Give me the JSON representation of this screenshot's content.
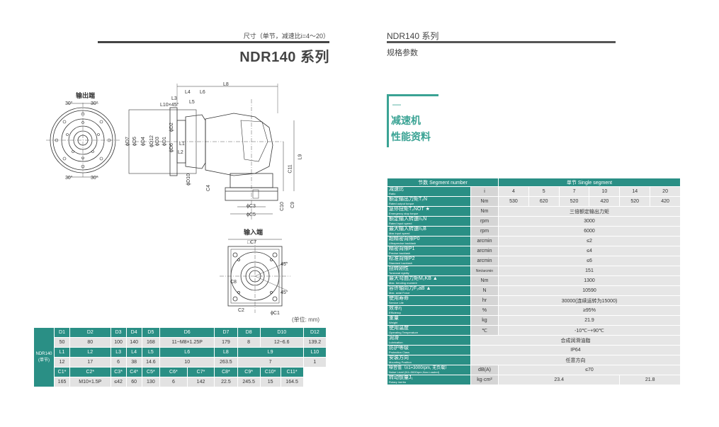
{
  "left_header": {
    "subtitle": "尺寸（单节，减速比i=4～20）",
    "title": "NDR140 系列"
  },
  "right_header": {
    "title": "NDR140 系列",
    "subtitle": "规格参数"
  },
  "badge": {
    "dash": "—",
    "line1": "减速机",
    "line2": "性能资料"
  },
  "drawing": {
    "output_label": "输出端",
    "input_label": "输入端",
    "unit_note": "(单位: mm)",
    "dims": {
      "L8": "L8",
      "L3": "L3",
      "L4": "L4",
      "L6": "L6",
      "L5": "L5",
      "L10x45": "L10×45°",
      "D7": "ϕD7",
      "D5": "ϕD5",
      "D4": "ϕD4",
      "D12": "ϕD12",
      "D3": "ϕD3",
      "D1": "ϕD1",
      "D2": "ϕD2",
      "D6": "ϕD6",
      "L1": "L1",
      "L2": "L2",
      "D10": "ϕD10",
      "L9": "L9",
      "C11": "C11",
      "C4": "C4",
      "C3": "ϕC3",
      "C5": "ϕC5",
      "C10": "C10",
      "C9": "C9",
      "C7": "□C7",
      "C2": "C2",
      "C1": "ϕC1",
      "C8": "C8",
      "angle45a": "45°",
      "angle45b": "45°",
      "ang30a": "30°",
      "ang30b": "30°",
      "ang30c": "30°",
      "ang30d": "30°"
    }
  },
  "left_table": {
    "row_label_1": "NDR140",
    "row_label_2": "(单节)",
    "h1": [
      "D1",
      "D2",
      "D3",
      "D4",
      "D5",
      "D6",
      "D7",
      "D8",
      "D10",
      "D12"
    ],
    "v1": [
      "50",
      "80",
      "100",
      "140",
      "168",
      "11~M8×1.25P",
      "179",
      "8",
      "12~6.6",
      "139.2"
    ],
    "h2": [
      "L1",
      "L2",
      "L3",
      "L4",
      "L5",
      "L6",
      "L8",
      "L9",
      "L10"
    ],
    "v2": [
      "12",
      "17",
      "6",
      "38",
      "14.6",
      "10",
      "263.5",
      "7",
      "1"
    ],
    "h3": [
      "C1*",
      "C2*",
      "C3*",
      "C4*",
      "C5*",
      "C6*",
      "C7*",
      "C8*",
      "C9*",
      "C10*",
      "C11*"
    ],
    "v3": [
      "165",
      "M10×1.5P",
      "≤42",
      "60",
      "130",
      "6",
      "142",
      "22.5",
      "245.5",
      "15",
      "164.5"
    ]
  },
  "right_table": {
    "header_left": "节数 Segment number",
    "header_right": "单节 Single segment",
    "ratio": {
      "cn": "减速比",
      "en": "Ratio",
      "unit": "i",
      "values": [
        "4",
        "5",
        "7",
        "10",
        "14",
        "20"
      ]
    },
    "torque": {
      "cn": "额定输出力矩T₂N",
      "en": "Rated output torque",
      "unit": "Nm",
      "values": [
        "530",
        "620",
        "520",
        "420",
        "520",
        "420"
      ]
    },
    "rows": [
      {
        "cn": "急停扭矩T₂NOT ★",
        "en": "Emergency stop torque",
        "unit": "Nm",
        "value": "三倍额定输出力矩"
      },
      {
        "cn": "额定输入转速n₁N",
        "en": "Rated input speed",
        "unit": "rpm",
        "value": "3000"
      },
      {
        "cn": "最大输入转速n₁B",
        "en": "Max input speed",
        "unit": "rpm",
        "value": "6000"
      },
      {
        "cn": "超精密背隙P0",
        "en": "Ultraprecise backlash",
        "unit": "arcmin",
        "value": "≤2"
      },
      {
        "cn": "精密背隙P1",
        "en": "Precise backlash",
        "unit": "arcmin",
        "value": "≤4"
      },
      {
        "cn": "标准背隙P2",
        "en": "Standard backlash",
        "unit": "arcmin",
        "value": "≤6"
      },
      {
        "cn": "扭转刚性",
        "en": "Torsional rigidity",
        "unit": "Nm/arcmin",
        "value": "151"
      },
      {
        "cn": "最大弯曲力矩M₂KB ▲",
        "en": "Max. bending moment",
        "unit": "Nm",
        "value": "1300"
      },
      {
        "cn": "容许轴向力F₂aB ▲",
        "en": "Max. axial Force",
        "unit": "N",
        "value": "10590"
      },
      {
        "cn": "使用寿命",
        "en": "Service Life",
        "unit": "hr",
        "value": "30000(连续运转为15000)"
      },
      {
        "cn": "效率η",
        "en": "Efficiency",
        "unit": "%",
        "value": "≥95%"
      },
      {
        "cn": "重量",
        "en": "Weight",
        "unit": "kg",
        "value": "21.9"
      },
      {
        "cn": "使用温度",
        "en": "Operating Temperature",
        "unit": "℃",
        "value": "-10℃~+90℃"
      },
      {
        "cn": "润滑",
        "en": "Lubrication",
        "unit": "",
        "value": "合成润滑油脂"
      },
      {
        "cn": "防护等级",
        "en": "Protection Class",
        "unit": "",
        "value": "IP64"
      },
      {
        "cn": "安装方向",
        "en": "Mounting Position",
        "unit": "",
        "value": "任意方向"
      },
      {
        "cn": "噪音值（n1=3000rpm, 无负载）",
        "en": "Noise Level (N1=3000rpm,Non-Loaded)",
        "unit": "dB(A)",
        "value": "≤70"
      }
    ],
    "inertia": {
      "cn": "转动惯量J₁",
      "en": "Rotary inertia",
      "unit": "kg·cm²",
      "v1": "23.4",
      "v2": "21.8"
    }
  }
}
